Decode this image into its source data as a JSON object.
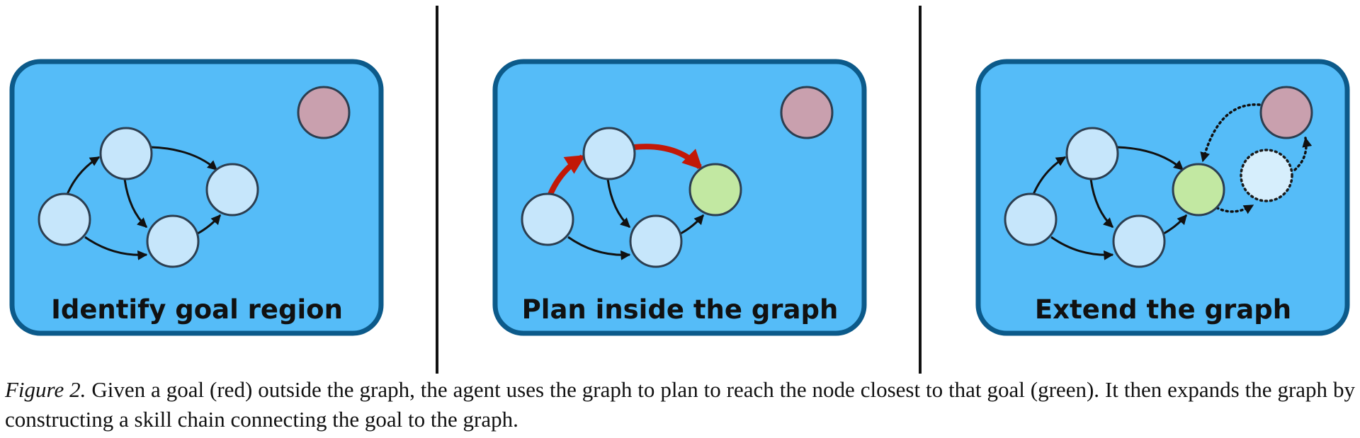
{
  "colors": {
    "panel_fill": "#55bcf8",
    "panel_border": "#0c5a8a",
    "node_fill": "#c6e6fb",
    "node_border": "#2c3e50",
    "goal_node_fill": "#c9a0ae",
    "closest_node_fill": "#c2e8a2",
    "plan_edge_color": "#c21807",
    "edge_color": "#111111"
  },
  "panels": [
    {
      "title": "Identify goal region"
    },
    {
      "title": "Plan inside the graph"
    },
    {
      "title": "Extend the graph"
    }
  ],
  "caption": {
    "label": "Figure 2.",
    "text": "Given a goal (red) outside the graph, the agent uses the graph to plan to reach the node closest to that goal (green). It then expands the graph by constructing a skill chain connecting the goal to the graph."
  }
}
